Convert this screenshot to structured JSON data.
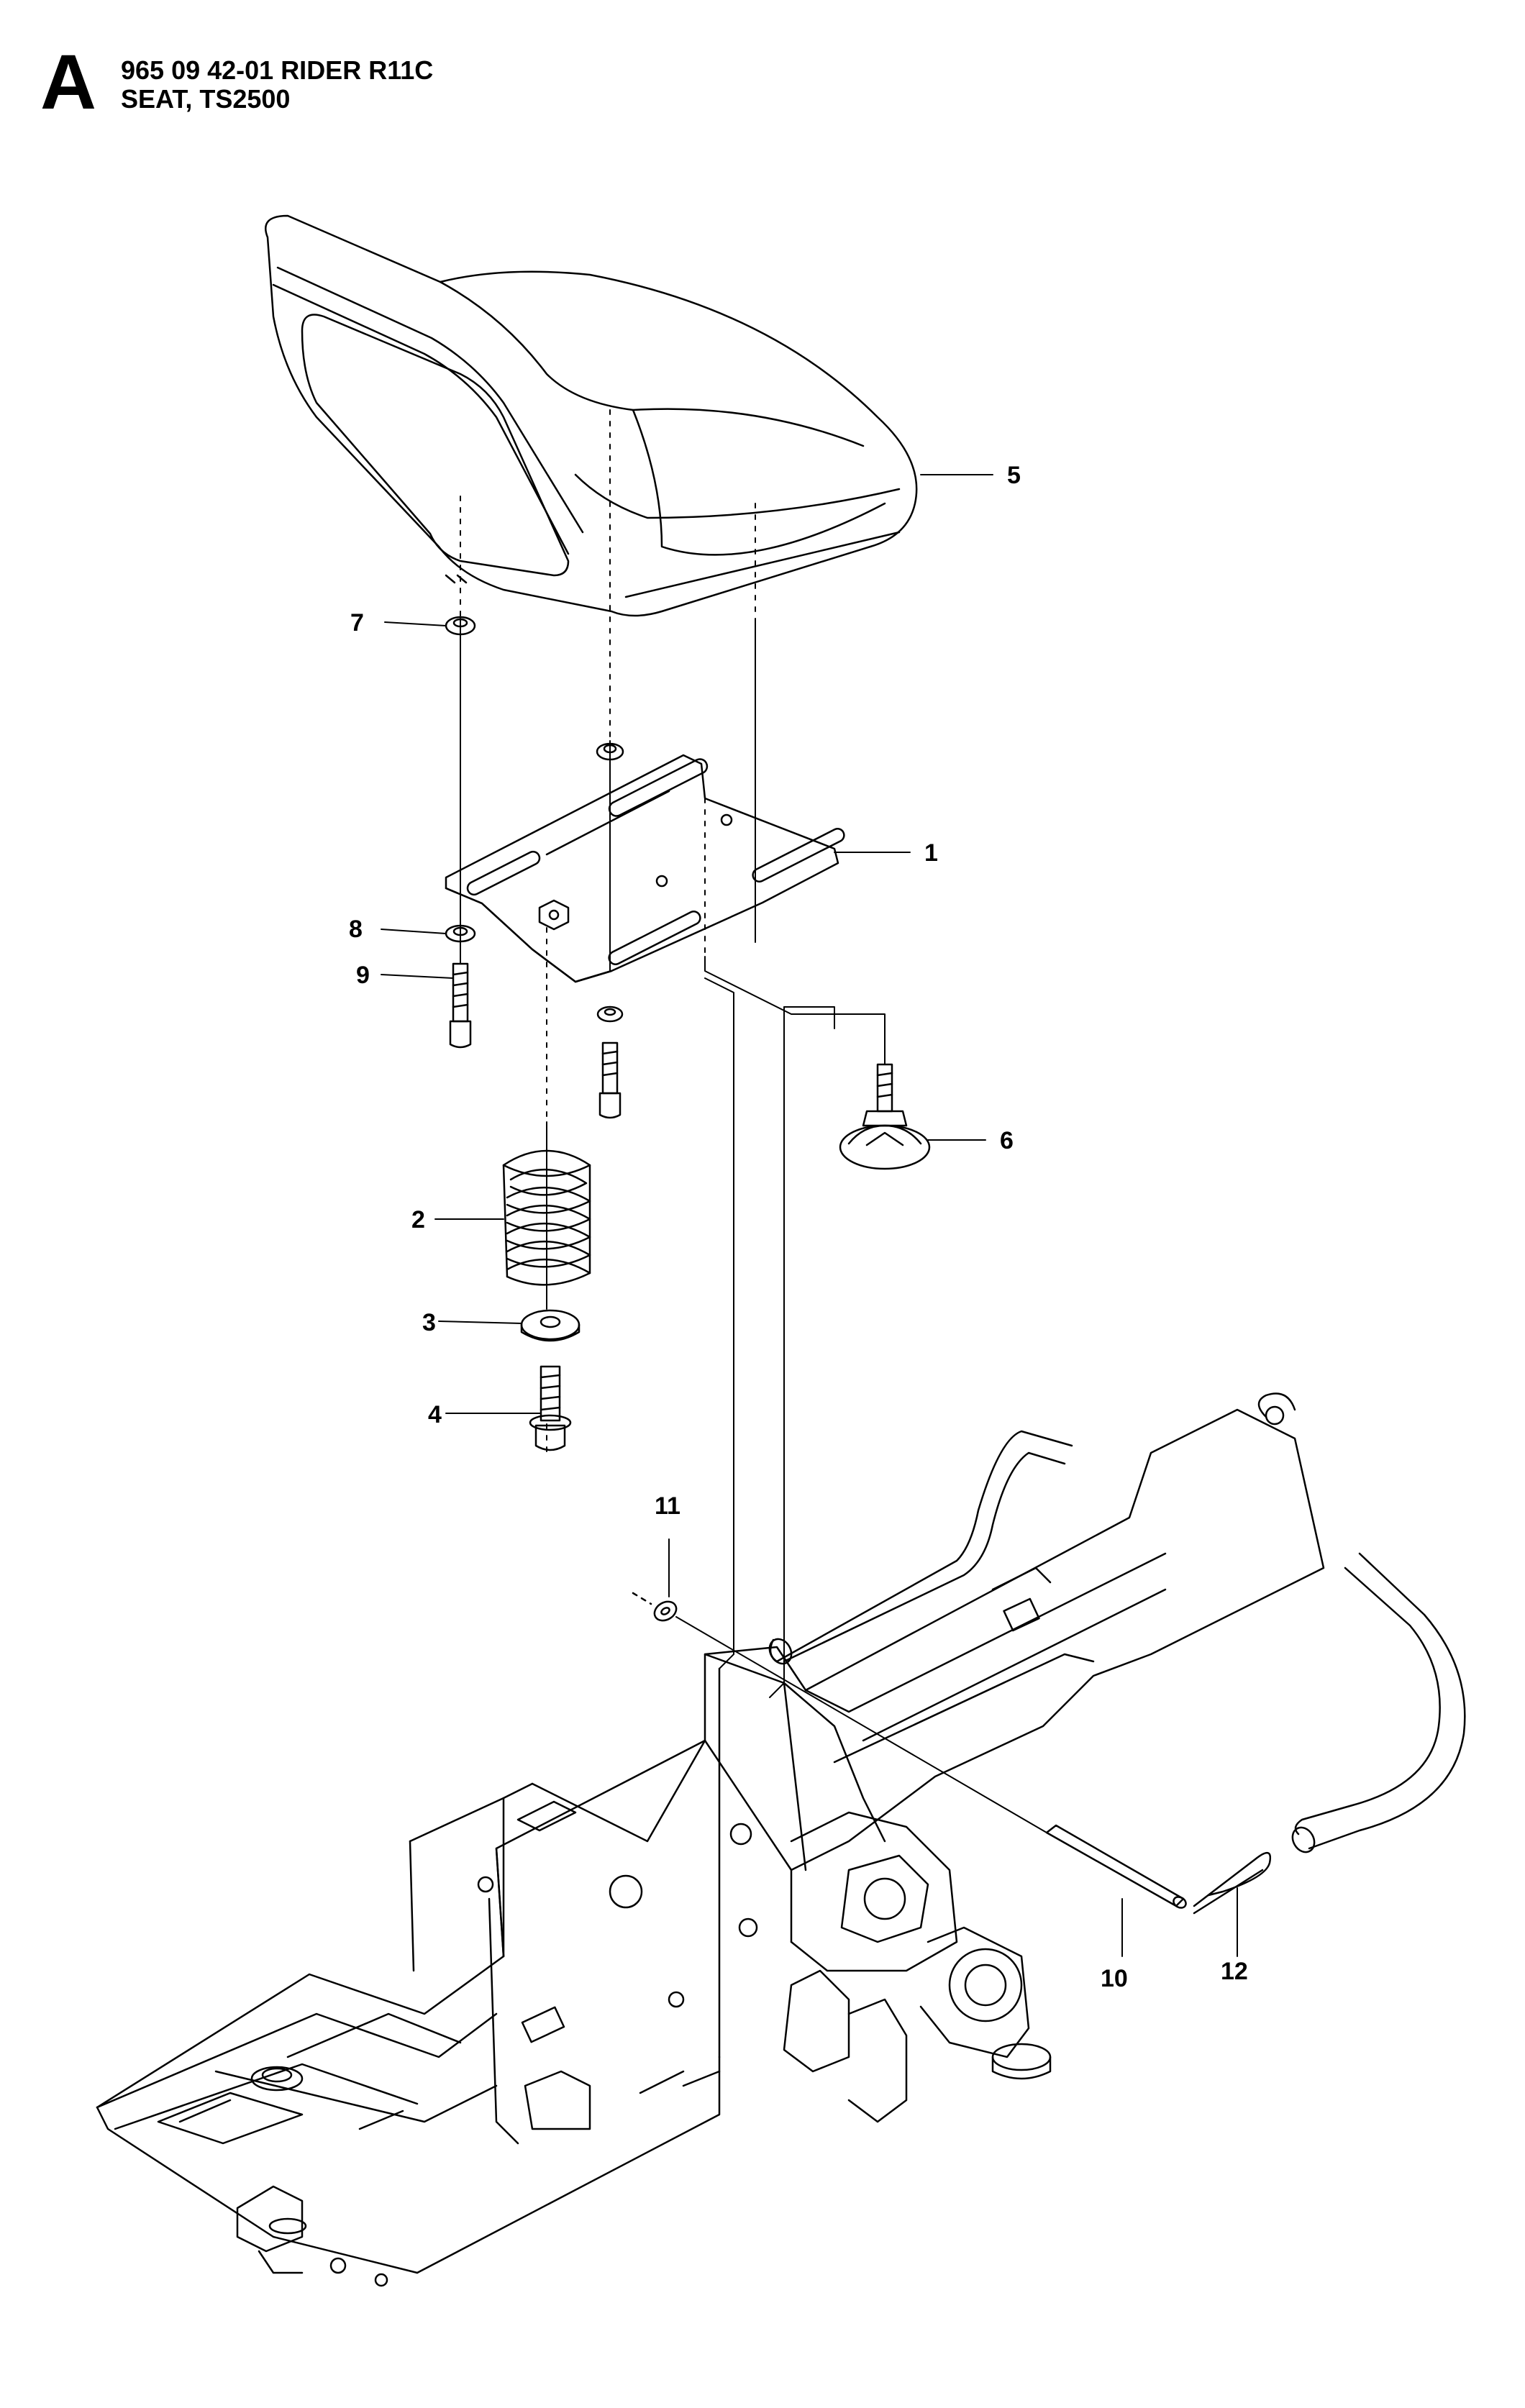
{
  "header": {
    "section_letter": "A",
    "model_line": "965 09 42-01 RIDER R11C",
    "title_line": "SEAT, TS2500"
  },
  "callouts": [
    "1",
    "2",
    "3",
    "4",
    "5",
    "6",
    "7",
    "8",
    "9",
    "10",
    "11",
    "12"
  ],
  "part_names": {
    "1": "seat-mounting-plate",
    "2": "spring",
    "3": "washer",
    "4": "flange-bolt",
    "5": "seat",
    "6": "seat-knob",
    "7": "washer",
    "8": "washer",
    "9": "screw",
    "10": "pivot-pin",
    "11": "washer",
    "12": "hair-pin-clip"
  }
}
